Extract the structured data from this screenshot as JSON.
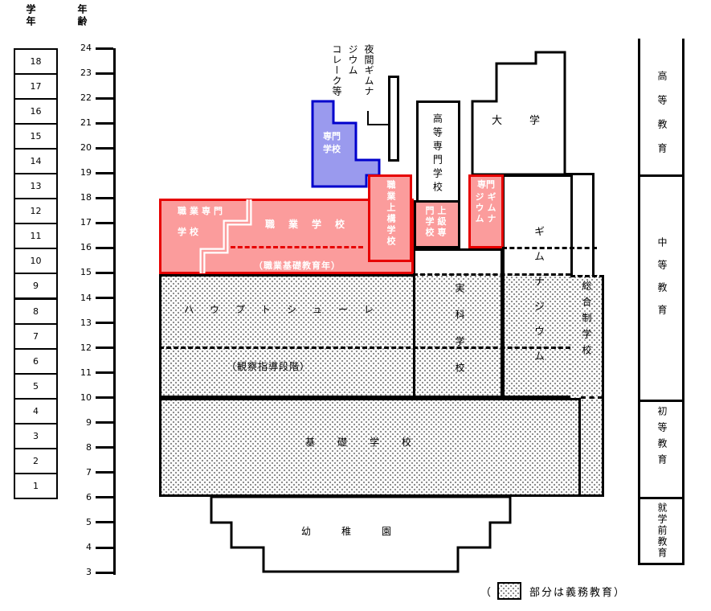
{
  "axis": {
    "grade_header": "学年",
    "age_header": "年齢",
    "grades": [
      "18",
      "17",
      "16",
      "15",
      "14",
      "13",
      "12",
      "11",
      "10",
      "9",
      "8",
      "7",
      "6",
      "5",
      "4",
      "3",
      "2",
      "1"
    ],
    "ages": [
      "24",
      "23",
      "22",
      "21",
      "20",
      "19",
      "18",
      "17",
      "16",
      "15",
      "14",
      "13",
      "12",
      "11",
      "10",
      "9",
      "8",
      "7",
      "6",
      "5",
      "4",
      "3"
    ]
  },
  "stages": {
    "higher": "高等教育",
    "secondary": "中等教育",
    "primary": "初等教育",
    "preschool": "就学前教育"
  },
  "schools": {
    "university": "大学",
    "fachhochschule": "高等専門学校",
    "fachschule_l1": "専門",
    "fachschule_l2": "学校",
    "abendgymnasium_cols": [
      "夜間ギムナ",
      "ジウム",
      "コレーク等"
    ],
    "berufsfachschule_l1": "職業専門",
    "berufsfachschule_l2": "学校",
    "berufsschule": "職業学校",
    "berufsgrundbildungsjahr": "（職業基礎教育年）",
    "berufsaufbauschule": "職業上構学校",
    "fachoberschule": "上級専門学校",
    "fachgymnasium_l1": "専門",
    "fachgymnasium_l2": "ギムナジウム",
    "gymnasium": "ギムナジウム",
    "realschule": "実科学校",
    "gesamtschule": "総合制学校",
    "hauptschule": "ハウプトシューレ",
    "orientation_stage": "（観察指導段階）",
    "grundschule": "基礎学校",
    "kindergarten": "幼稚園"
  },
  "legend": {
    "open_paren": "（",
    "text": "部分は義務教育）"
  },
  "colors": {
    "pink_fill": "#fb9c9c",
    "red_border": "#e60000",
    "blue_fill": "#9a9aee",
    "blue_border": "#0000cc",
    "line": "#000000"
  }
}
